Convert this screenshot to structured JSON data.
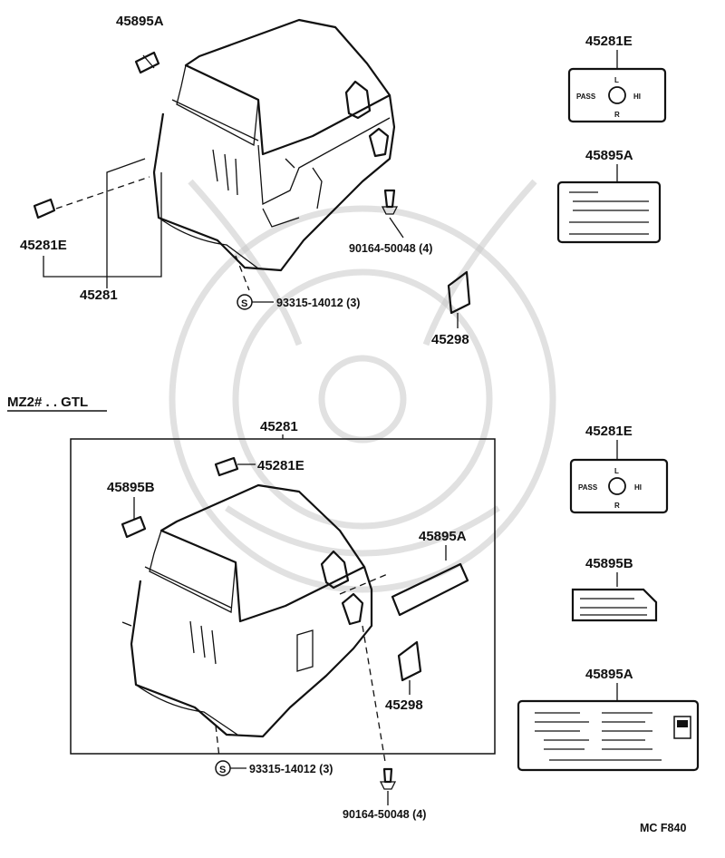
{
  "section_title": "MZ2# . . GTL",
  "footer_code": "MC F840",
  "top": {
    "label_45895A": "45895A",
    "label_45281E": "45281E",
    "label_45281": "45281",
    "bolt": "90164-50048 (4)",
    "screw": "93315-14012 (3)",
    "label_45298": "45298",
    "screw_marker": "S"
  },
  "bottom": {
    "label_45281": "45281",
    "label_45281E": "45281E",
    "label_45895B": "45895B",
    "label_45895A": "45895A",
    "label_45298": "45298",
    "screw": "93315-14012 (3)",
    "bolt": "90164-50048 (4)",
    "screw_marker": "S"
  },
  "right": {
    "top_45281E": "45281E",
    "top_45895A": "45895A",
    "bottom_45281E": "45281E",
    "bottom_45895B": "45895B",
    "bottom_45895A": "45895A",
    "plate_pass": "PASS",
    "plate_hi": "HI",
    "plate_l": "L",
    "plate_r": "R"
  }
}
